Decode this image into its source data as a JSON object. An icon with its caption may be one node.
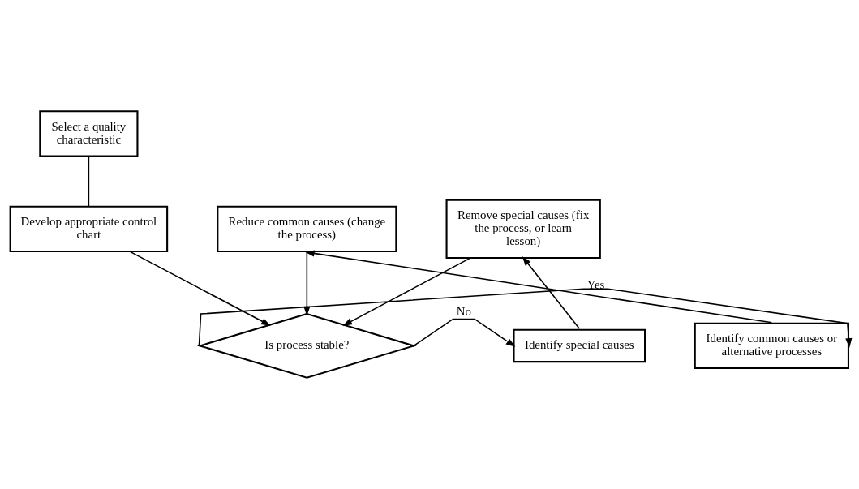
{
  "diagram": {
    "nodes": [
      {
        "text": [
          "Select a quality characteristic"
        ]
      },
      {
        "text": [
          "Develop appropriate control chart"
        ]
      },
      {
        "text": [
          "Reduce common causes (change the process)"
        ]
      },
      {
        "text": [
          "Remove special causes (fix the process, or learn lesson)"
        ]
      },
      {
        "text": [
          "Is process stable?"
        ]
      },
      {
        "text": [
          "Identify common causes or alternative processes"
        ]
      },
      {
        "text": [
          "Identify special causes"
        ]
      }
    ],
    "edges": [
      {
        "from": 0,
        "to": 1,
        "arrow": "none"
      },
      {
        "from": 1,
        "to": 4,
        "arrow": "to"
      },
      {
        "from": 2,
        "to": 4,
        "arrow": "to"
      },
      {
        "from": 3,
        "to": 4,
        "arrow": "to"
      },
      {
        "from": 4,
        "to": 5,
        "label": "Yes",
        "arrow": "to"
      },
      {
        "from": 4,
        "to": 6,
        "label": "No",
        "arrow": "to"
      },
      {
        "from": 5,
        "to": 2,
        "arrow": "to"
      },
      {
        "from": 6,
        "to": 3,
        "arrow": "to"
      }
    ]
  }
}
